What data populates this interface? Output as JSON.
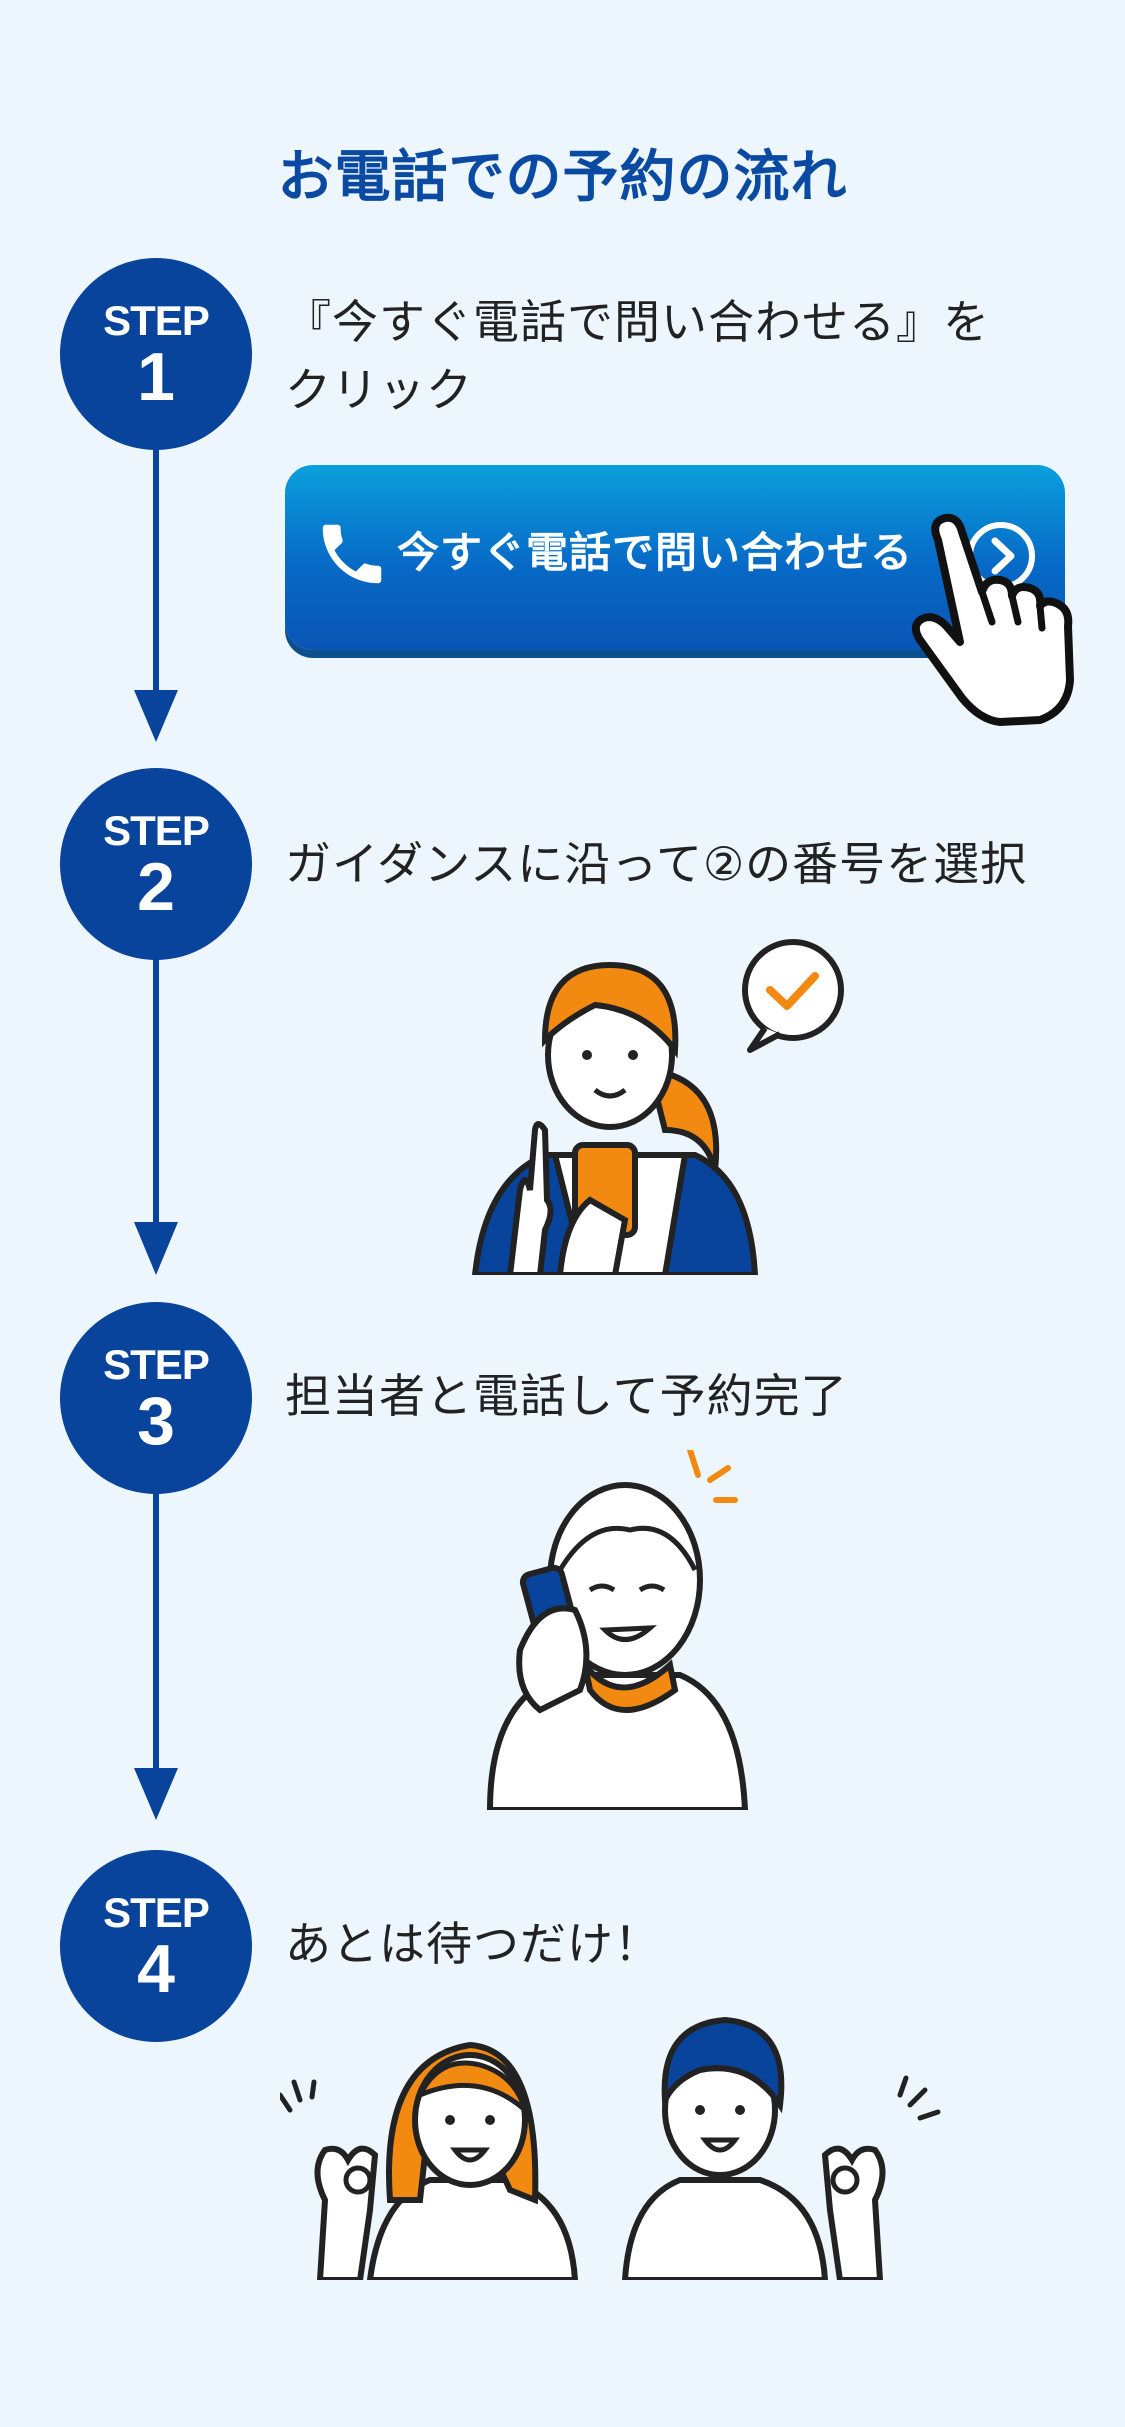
{
  "title": "お電話での予約の流れ",
  "steps": [
    {
      "label": "STEP",
      "number": "1",
      "text": "『今すぐ電話で問い合わせる』を",
      "text2": "クリック"
    },
    {
      "label": "STEP",
      "number": "2",
      "text": "ガイダンスに沿って②の番号を選択"
    },
    {
      "label": "STEP",
      "number": "3",
      "text": "担当者と電話して予約完了"
    },
    {
      "label": "STEP",
      "number": "4",
      "text": "あとは待つだけ！"
    }
  ],
  "cta": {
    "label": "今すぐ電話で問い合わせる",
    "icon": "phone-icon",
    "arrow_icon": "chevron-right-circle-icon"
  },
  "colors": {
    "primary": "#08449b",
    "accent": "#f28a12",
    "background": "#eef6fd"
  }
}
